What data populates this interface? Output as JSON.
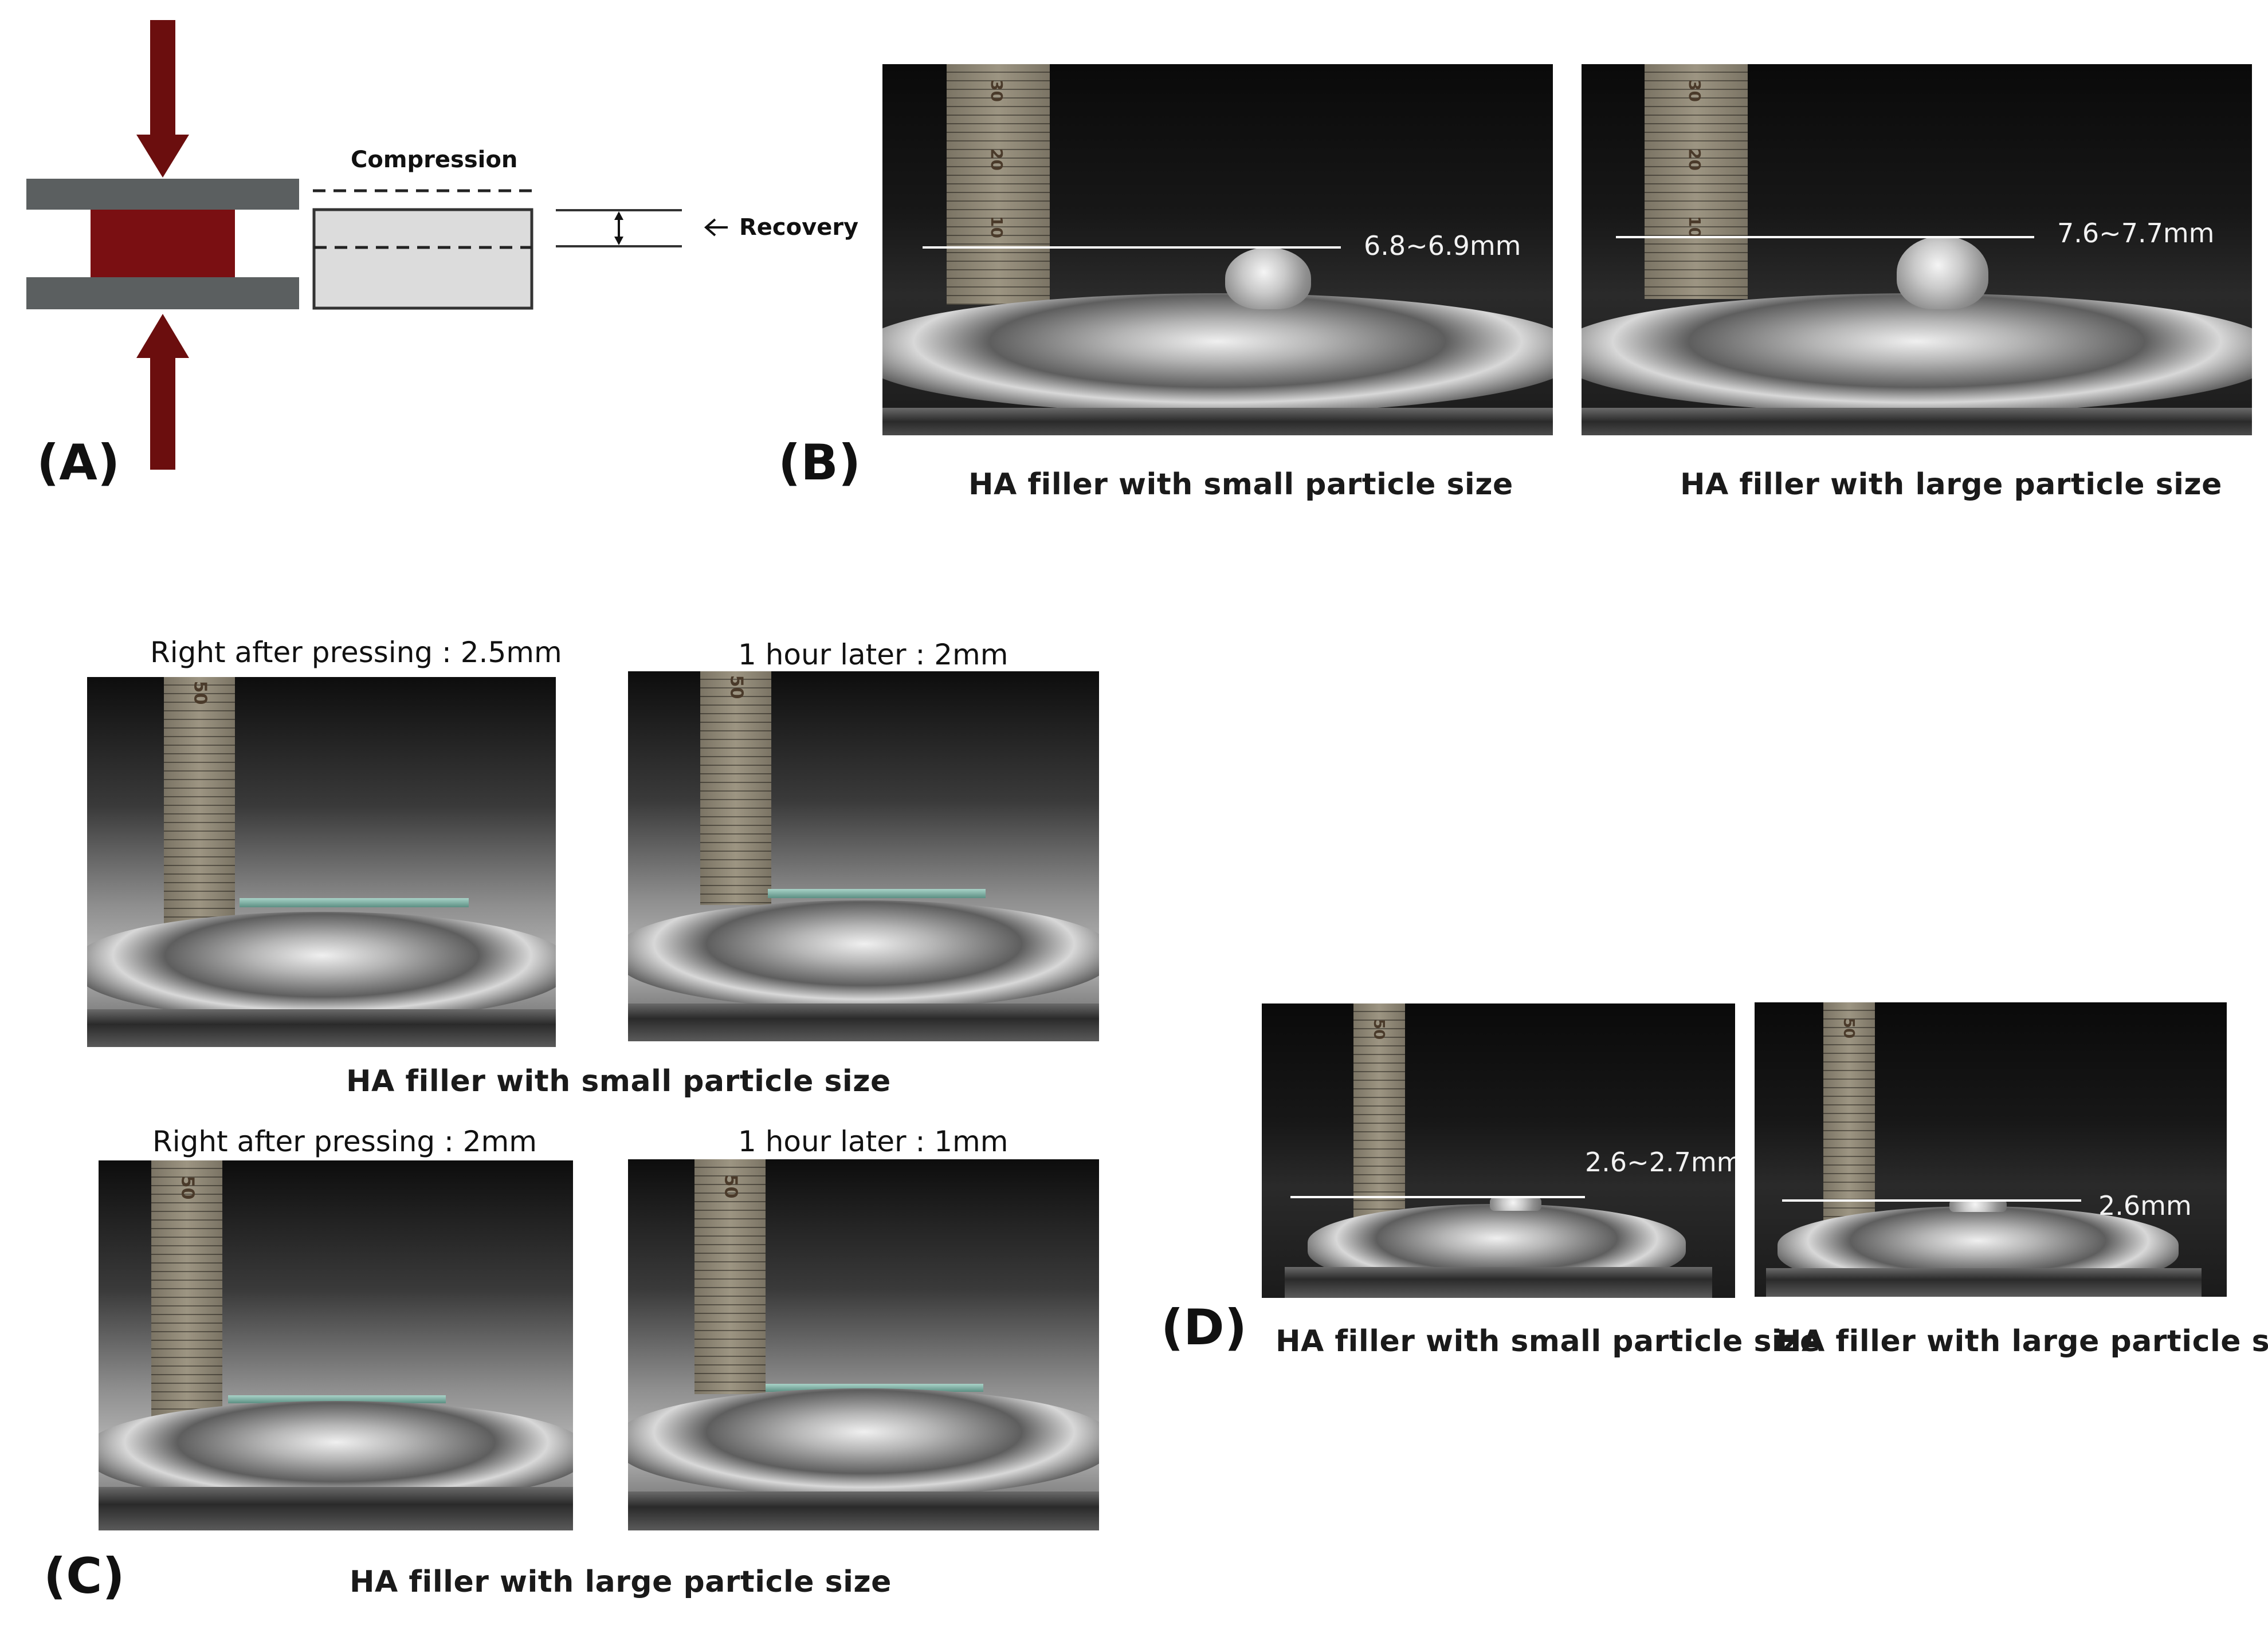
{
  "panels": {
    "a": {
      "letter": "(A)",
      "compression_label": "Compression",
      "recovery_label": "Recovery",
      "colors": {
        "arrow": "#6b0e0e",
        "sample": "#7a0f12",
        "plate": "#5b5f60",
        "block": "#dcdcdc"
      }
    },
    "b": {
      "letter": "(B)",
      "left_caption": "HA filler with small particle size",
      "right_caption": "HA filler with large particle size",
      "left_measure": "6.8~6.9mm",
      "right_measure": "7.6~7.7mm"
    },
    "c": {
      "letter": "(C)",
      "top_left_note": "Right after pressing : 2.5mm",
      "top_right_note": "1 hour later : 2mm",
      "top_caption": "HA filler with small particle size",
      "bottom_left_note": "Right after pressing : 2mm",
      "bottom_right_note": "1 hour later : 1mm",
      "bottom_caption": "HA filler with large particle size"
    },
    "d": {
      "letter": "(D)",
      "left_caption": "HA filler with small particle size",
      "right_caption": "HA filler with large particle size",
      "left_measure": "2.6~2.7mm",
      "right_measure": "2.6mm"
    }
  },
  "ruler_numbers": {
    "b": [
      "30",
      "20",
      "10"
    ],
    "c": [
      "50"
    ],
    "d": [
      "50"
    ]
  }
}
